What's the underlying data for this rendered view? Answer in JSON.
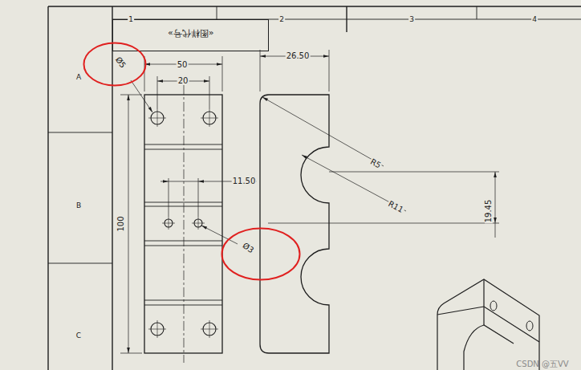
{
  "diagram": {
    "nodes": [
      {
        "text": [
          "«图样代号»"
        ]
      },
      {
        "text": [
          "Ø5"
        ]
      },
      {
        "text": [
          "Ø3"
        ]
      }
    ],
    "labels": [
      "1",
      "2",
      "3",
      "4",
      "A",
      "B",
      "C",
      "50",
      "20",
      "11.50",
      "100",
      "26.50",
      "R5",
      "R11",
      "19.45",
      "CSDN @五VV"
    ]
  }
}
